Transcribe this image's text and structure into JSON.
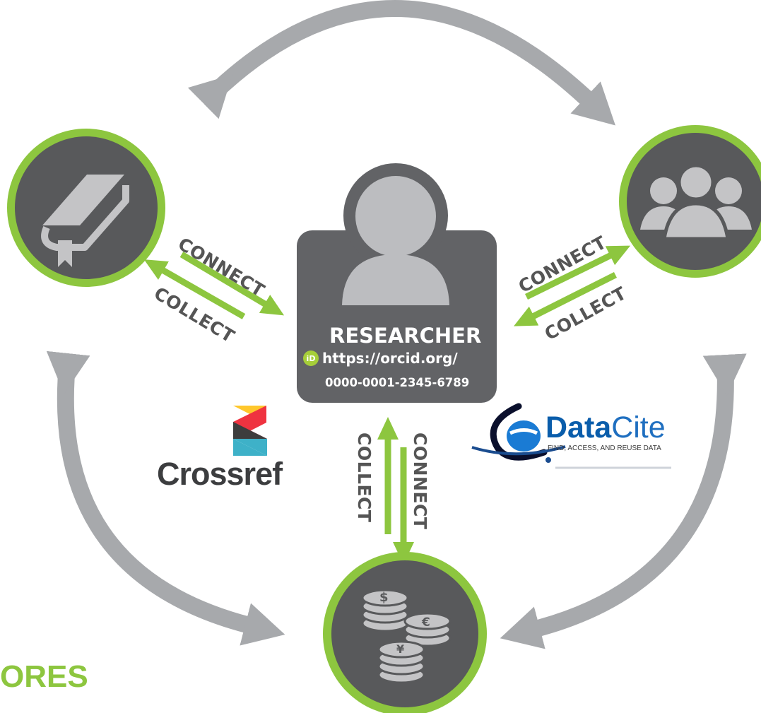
{
  "diagram": {
    "researcher_title": "RESEARCHER",
    "orcid_url": "https://orcid.org/",
    "orcid_id": "0000-0001-2345-6789",
    "orcid_badge_letters": "iD",
    "connect_label": "CONNECT",
    "collect_label": "COLLECT"
  },
  "logos": {
    "crossref": "Crossref",
    "datacite_part1": "Data",
    "datacite_part2": "Cite",
    "datacite_tagline": "FIND, ACCESS, AND REUSE DATA"
  },
  "footer_text": "ORES",
  "colors": {
    "accent_green": "#8dc63f",
    "node_fill": "#58595b",
    "cycle_arrow_gray": "#a7a9ac",
    "badge_fill": "#626366",
    "icon_gray": "#c4c4c6",
    "crossref_text": "#3c3d3f",
    "datacite_blue": "#0a5dab"
  },
  "icons": {
    "publications": "book-icon",
    "organizations": "people-group-icon",
    "funding": "coins-icon",
    "researcher": "person-silhouette-icon",
    "orcid": "orcid-id-icon"
  }
}
